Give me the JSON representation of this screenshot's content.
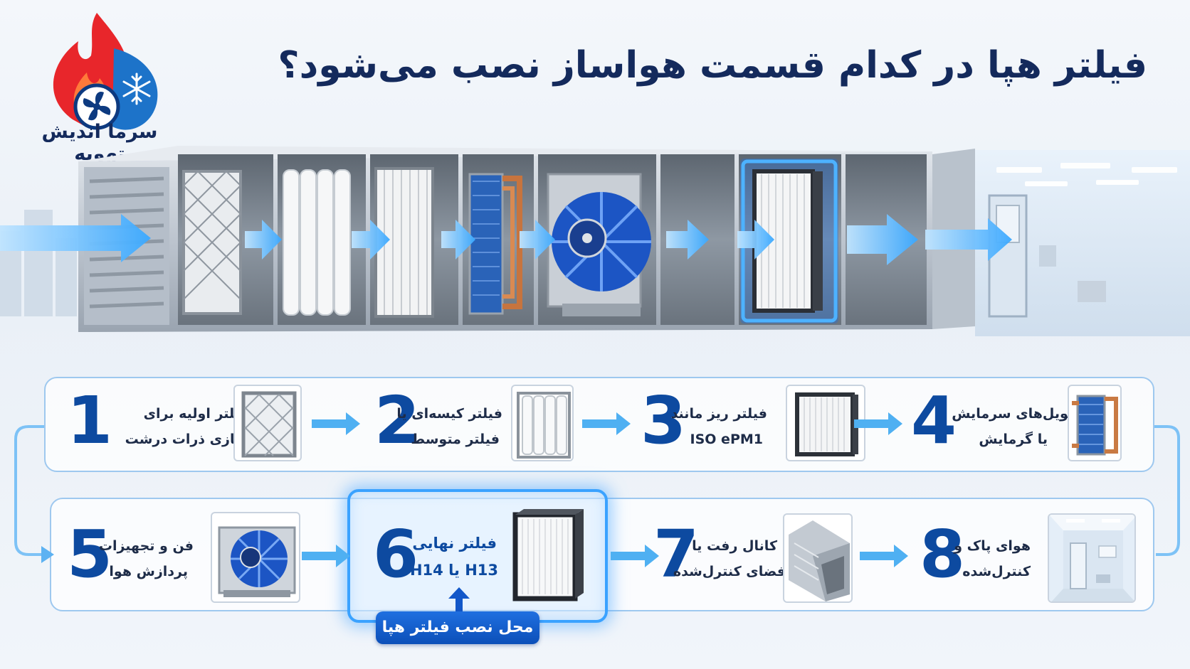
{
  "header": {
    "title": "فیلتر هپا در کدام قسمت هواساز نصب می‌شود؟",
    "brand": "سرما اندیش تهویه",
    "logo_icon": "flame-snowflake-fan-icon"
  },
  "colors": {
    "title": "#142a5c",
    "step_number": "#0d4aa0",
    "accent": "#3aa2ff",
    "badge": "#1257c9",
    "flame": "#e8262b",
    "snow": "#1d73c9"
  },
  "steps": [
    {
      "number": "1",
      "line1": "فیلتر اولیه برای",
      "line2": "جداسازی ذرات درشت",
      "icon": "panel-prefilter-icon"
    },
    {
      "number": "2",
      "line1": "فیلتر کیسه‌ای یا",
      "line2": "فیلتر متوسط",
      "icon": "bag-filter-icon"
    },
    {
      "number": "3",
      "line1": "فیلتر ریز مانند",
      "line2": "ISO ePM1",
      "icon": "fine-filter-icon"
    },
    {
      "number": "4",
      "line1": "کویل‌های سرمایش",
      "line2": "یا گرمایش",
      "icon": "coil-icon"
    },
    {
      "number": "5",
      "line1": "فن و تجهیزات",
      "line2": "پردازش هوا",
      "icon": "fan-icon"
    },
    {
      "number": "6",
      "line1": "فیلتر نهایی",
      "line2": "H13 یا H14",
      "icon": "hepa-filter-icon"
    },
    {
      "number": "7",
      "line1": "کانال رفت یا",
      "line2": "فضای کنترل‌شده",
      "icon": "duct-icon"
    },
    {
      "number": "8",
      "line1": "هوای پاک و",
      "line2": "کنترل‌شده",
      "icon": "cleanroom-icon"
    }
  ],
  "highlight": {
    "badge": "محل نصب فیلتر هپا"
  }
}
